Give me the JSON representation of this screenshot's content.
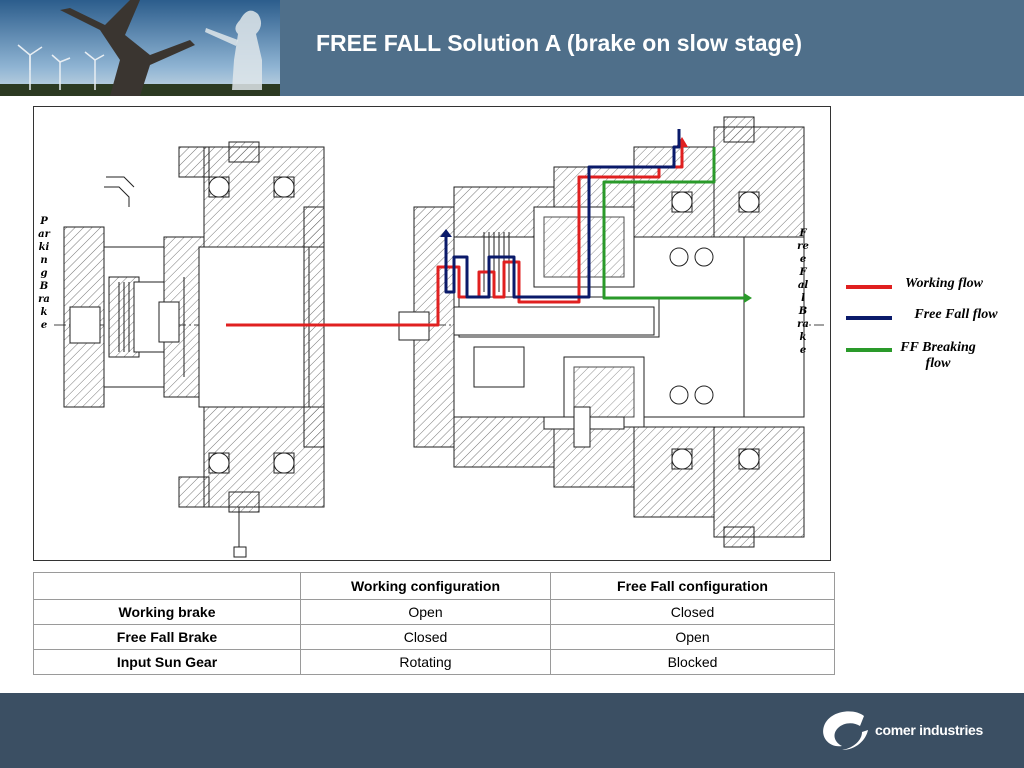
{
  "slide": {
    "title": "FREE FALL Solution A (brake on slow stage)"
  },
  "drawing": {
    "left_vertical_label": "Parking Brake",
    "right_vertical_label": "Free Fall Brake"
  },
  "legend": {
    "items": [
      {
        "label": "Working flow",
        "color": "#e02020"
      },
      {
        "label": "Free Fall flow",
        "color": "#0a1a6a"
      },
      {
        "label": "FF Breaking flow",
        "color": "#2a9a2a"
      }
    ]
  },
  "table": {
    "headers": [
      "",
      "Working configuration",
      "Free Fall configuration"
    ],
    "rows": [
      {
        "label": "Working brake",
        "working": "Open",
        "free_fall": "Closed"
      },
      {
        "label": "Free Fall Brake",
        "working": "Closed",
        "free_fall": "Open"
      },
      {
        "label": "Input Sun Gear",
        "working": "Rotating",
        "free_fall": "Blocked"
      }
    ]
  },
  "footer": {
    "brand": "comer industries"
  },
  "colors": {
    "header_bg": "#4f6f8a",
    "footer_bg": "#3b4f63"
  }
}
